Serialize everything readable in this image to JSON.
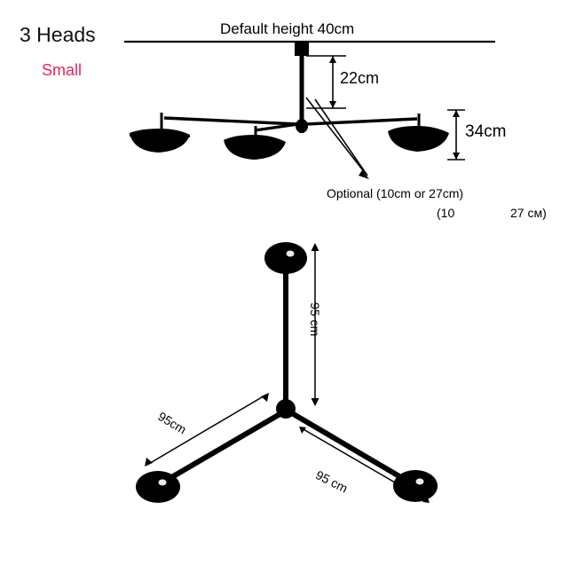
{
  "page": {
    "title": "Ceiling lamp dimension diagram",
    "background": "#ffffff",
    "accent_color": "#ee2255",
    "line_color": "#000000"
  },
  "labels": {
    "heads": "3 Heads",
    "size": "Small",
    "default_height": "Default height 40cm",
    "drop_22": "22cm",
    "shade_34": "34cm",
    "optional": "Optional (10cm or 27cm)",
    "optional_ru_1": "(10",
    "optional_ru_2": "27 см)",
    "arm_vertical": "95 cm",
    "arm_left": "95cm",
    "arm_right": "95 cm"
  },
  "diagram": {
    "views": [
      {
        "name": "side-view",
        "description": "Three-head ceiling lamp seen from the side, hanging from a ceiling line"
      },
      {
        "name": "top-view",
        "description": "Three-head ceiling lamp seen from above, three arms at 120 degrees"
      }
    ]
  }
}
